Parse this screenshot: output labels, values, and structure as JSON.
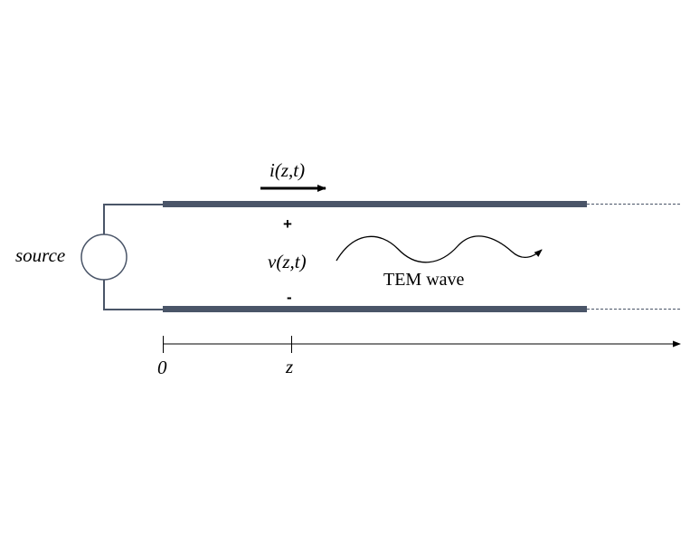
{
  "labels": {
    "source": "source",
    "current": "i(z,t)",
    "voltage": "v(z,t)",
    "plus": "+",
    "minus": "-",
    "wave": "TEM wave",
    "origin": "0",
    "position": "z"
  },
  "colors": {
    "conductor": "#4a5568",
    "wire": "#4a5568",
    "text": "#000000",
    "axis": "#000000"
  }
}
